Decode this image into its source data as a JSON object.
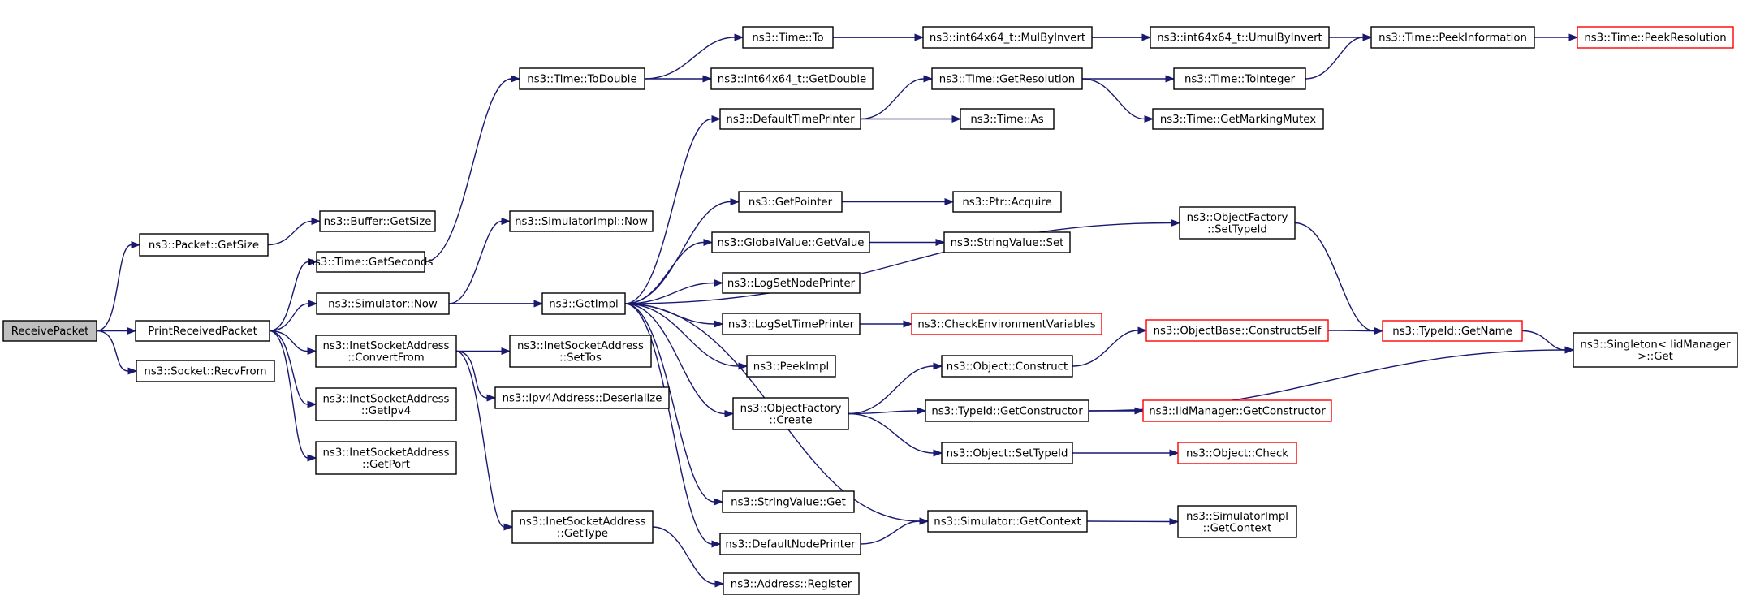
{
  "diagram": {
    "colors": {
      "edge": "#191970",
      "root_fill": "#bfbfbf",
      "truncated_border": "#ff0000",
      "node_border": "#000000"
    },
    "nodes": [
      {
        "id": "n_receive",
        "lines": [
          "ReceivePacket"
        ],
        "root": true
      },
      {
        "id": "n_pkt_getsize",
        "lines": [
          "ns3::Packet::GetSize"
        ]
      },
      {
        "id": "n_print",
        "lines": [
          "PrintReceivedPacket"
        ]
      },
      {
        "id": "n_recvfrom",
        "lines": [
          "ns3::Socket::RecvFrom"
        ]
      },
      {
        "id": "n_buf_getsize",
        "lines": [
          "ns3::Buffer::GetSize"
        ]
      },
      {
        "id": "n_getseconds",
        "lines": [
          "ns3::Time::GetSeconds"
        ]
      },
      {
        "id": "n_sim_now",
        "lines": [
          "ns3::Simulator::Now"
        ]
      },
      {
        "id": "n_convertfrom",
        "lines": [
          "ns3::InetSocketAddress",
          "::ConvertFrom"
        ]
      },
      {
        "id": "n_getipv4",
        "lines": [
          "ns3::InetSocketAddress",
          "::GetIpv4"
        ]
      },
      {
        "id": "n_getport",
        "lines": [
          "ns3::InetSocketAddress",
          "::GetPort"
        ]
      },
      {
        "id": "n_todouble",
        "lines": [
          "ns3::Time::ToDouble"
        ]
      },
      {
        "id": "n_simimpl_now",
        "lines": [
          "ns3::SimulatorImpl::Now"
        ]
      },
      {
        "id": "n_getimpl",
        "lines": [
          "ns3::GetImpl"
        ]
      },
      {
        "id": "n_settos",
        "lines": [
          "ns3::InetSocketAddress",
          "::SetTos"
        ]
      },
      {
        "id": "n_deserialize",
        "lines": [
          "ns3::Ipv4Address::Deserialize"
        ]
      },
      {
        "id": "n_gettype",
        "lines": [
          "ns3::InetSocketAddress",
          "::GetType"
        ]
      },
      {
        "id": "n_time_to",
        "lines": [
          "ns3::Time::To"
        ]
      },
      {
        "id": "n_getdouble",
        "lines": [
          "ns3::int64x64_t::GetDouble"
        ]
      },
      {
        "id": "n_deftimeprinter",
        "lines": [
          "ns3::DefaultTimePrinter"
        ]
      },
      {
        "id": "n_getpointer",
        "lines": [
          "ns3::GetPointer"
        ]
      },
      {
        "id": "n_gv_getvalue",
        "lines": [
          "ns3::GlobalValue::GetValue"
        ]
      },
      {
        "id": "n_lognodeprinter",
        "lines": [
          "ns3::LogSetNodePrinter"
        ]
      },
      {
        "id": "n_logtimeprinter",
        "lines": [
          "ns3::LogSetTimePrinter"
        ]
      },
      {
        "id": "n_peekimpl",
        "lines": [
          "ns3::PeekImpl"
        ]
      },
      {
        "id": "n_of_create",
        "lines": [
          "ns3::ObjectFactory",
          "::Create"
        ]
      },
      {
        "id": "n_sv_get",
        "lines": [
          "ns3::StringValue::Get"
        ]
      },
      {
        "id": "n_defnodeprinter",
        "lines": [
          "ns3::DefaultNodePrinter"
        ]
      },
      {
        "id": "n_addr_register",
        "lines": [
          "ns3::Address::Register"
        ]
      },
      {
        "id": "n_mulbyinvert",
        "lines": [
          "ns3::int64x64_t::MulByInvert"
        ]
      },
      {
        "id": "n_getresolution",
        "lines": [
          "ns3::Time::GetResolution"
        ]
      },
      {
        "id": "n_time_as",
        "lines": [
          "ns3::Time::As"
        ]
      },
      {
        "id": "n_ptr_acquire",
        "lines": [
          "ns3::Ptr::Acquire"
        ]
      },
      {
        "id": "n_sv_set",
        "lines": [
          "ns3::StringValue::Set"
        ]
      },
      {
        "id": "n_checkenv",
        "lines": [
          "ns3::CheckEnvironmentVariables"
        ],
        "truncated": true
      },
      {
        "id": "n_obj_construct",
        "lines": [
          "ns3::Object::Construct"
        ]
      },
      {
        "id": "n_getconstructor",
        "lines": [
          "ns3::TypeId::GetConstructor"
        ]
      },
      {
        "id": "n_obj_settypeid",
        "lines": [
          "ns3::Object::SetTypeId"
        ]
      },
      {
        "id": "n_sim_getcontext",
        "lines": [
          "ns3::Simulator::GetContext"
        ]
      },
      {
        "id": "n_umulbyinvert",
        "lines": [
          "ns3::int64x64_t::UmulByInvert"
        ]
      },
      {
        "id": "n_tointeger",
        "lines": [
          "ns3::Time::ToInteger"
        ]
      },
      {
        "id": "n_markingmutex",
        "lines": [
          "ns3::Time::GetMarkingMutex"
        ]
      },
      {
        "id": "n_of_settypeid",
        "lines": [
          "ns3::ObjectFactory",
          "::SetTypeId"
        ]
      },
      {
        "id": "n_constructself",
        "lines": [
          "ns3::ObjectBase::ConstructSelf"
        ],
        "truncated": true
      },
      {
        "id": "n_iid_getconstructor",
        "lines": [
          "ns3::IidManager::GetConstructor"
        ],
        "truncated": true
      },
      {
        "id": "n_obj_check",
        "lines": [
          "ns3::Object::Check"
        ],
        "truncated": true
      },
      {
        "id": "n_simimpl_getcontext",
        "lines": [
          "ns3::SimulatorImpl",
          "::GetContext"
        ]
      },
      {
        "id": "n_peekinfo",
        "lines": [
          "ns3::Time::PeekInformation"
        ]
      },
      {
        "id": "n_peekres",
        "lines": [
          "ns3::Time::PeekResolution"
        ],
        "truncated": true
      },
      {
        "id": "n_typeid_getname",
        "lines": [
          "ns3::TypeId::GetName"
        ],
        "truncated": true
      },
      {
        "id": "n_singleton_get",
        "lines": [
          "ns3::Singleton< IidManager",
          " >::Get"
        ]
      }
    ],
    "edges": [
      [
        "n_receive",
        "n_pkt_getsize"
      ],
      [
        "n_receive",
        "n_print"
      ],
      [
        "n_receive",
        "n_recvfrom"
      ],
      [
        "n_pkt_getsize",
        "n_buf_getsize"
      ],
      [
        "n_print",
        "n_getseconds"
      ],
      [
        "n_print",
        "n_sim_now"
      ],
      [
        "n_print",
        "n_convertfrom"
      ],
      [
        "n_print",
        "n_getipv4"
      ],
      [
        "n_print",
        "n_getport"
      ],
      [
        "n_getseconds",
        "n_todouble"
      ],
      [
        "n_sim_now",
        "n_simimpl_now"
      ],
      [
        "n_sim_now",
        "n_getimpl"
      ],
      [
        "n_convertfrom",
        "n_settos"
      ],
      [
        "n_convertfrom",
        "n_deserialize"
      ],
      [
        "n_convertfrom",
        "n_gettype"
      ],
      [
        "n_gettype",
        "n_addr_register"
      ],
      [
        "n_todouble",
        "n_time_to"
      ],
      [
        "n_todouble",
        "n_getdouble"
      ],
      [
        "n_time_to",
        "n_mulbyinvert"
      ],
      [
        "n_time_to",
        "n_peekinfo"
      ],
      [
        "n_mulbyinvert",
        "n_umulbyinvert"
      ],
      [
        "n_getimpl",
        "n_sim_now"
      ],
      [
        "n_getimpl",
        "n_deftimeprinter"
      ],
      [
        "n_getimpl",
        "n_getpointer"
      ],
      [
        "n_getimpl",
        "n_gv_getvalue"
      ],
      [
        "n_getimpl",
        "n_lognodeprinter"
      ],
      [
        "n_getimpl",
        "n_logtimeprinter"
      ],
      [
        "n_getimpl",
        "n_peekimpl"
      ],
      [
        "n_getimpl",
        "n_of_create"
      ],
      [
        "n_getimpl",
        "n_sv_get"
      ],
      [
        "n_getimpl",
        "n_defnodeprinter"
      ],
      [
        "n_getimpl",
        "n_of_settypeid"
      ],
      [
        "n_getimpl",
        "n_sim_getcontext"
      ],
      [
        "n_deftimeprinter",
        "n_getresolution"
      ],
      [
        "n_deftimeprinter",
        "n_time_as"
      ],
      [
        "n_getresolution",
        "n_tointeger"
      ],
      [
        "n_getresolution",
        "n_markingmutex"
      ],
      [
        "n_tointeger",
        "n_peekinfo"
      ],
      [
        "n_peekinfo",
        "n_peekres"
      ],
      [
        "n_getpointer",
        "n_ptr_acquire"
      ],
      [
        "n_gv_getvalue",
        "n_sv_set"
      ],
      [
        "n_logtimeprinter",
        "n_checkenv"
      ],
      [
        "n_of_create",
        "n_obj_construct"
      ],
      [
        "n_of_create",
        "n_getconstructor"
      ],
      [
        "n_of_create",
        "n_obj_settypeid"
      ],
      [
        "n_obj_construct",
        "n_constructself"
      ],
      [
        "n_constructself",
        "n_typeid_getname"
      ],
      [
        "n_getconstructor",
        "n_iid_getconstructor"
      ],
      [
        "n_getconstructor",
        "n_singleton_get"
      ],
      [
        "n_obj_settypeid",
        "n_obj_check"
      ],
      [
        "n_of_settypeid",
        "n_typeid_getname"
      ],
      [
        "n_typeid_getname",
        "n_singleton_get"
      ],
      [
        "n_defnodeprinter",
        "n_sim_getcontext"
      ],
      [
        "n_sim_getcontext",
        "n_simimpl_getcontext"
      ]
    ]
  }
}
